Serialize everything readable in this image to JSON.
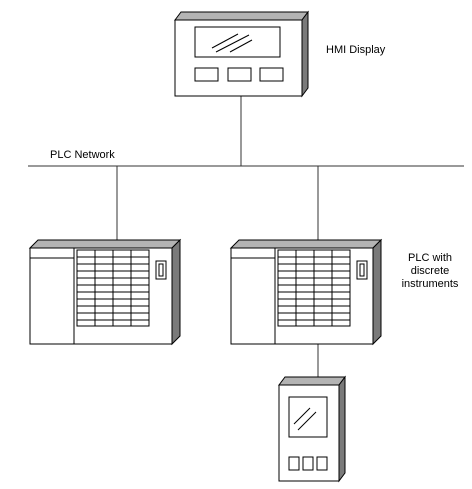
{
  "labels": {
    "hmi": "HMI Display",
    "network": "PLC Network",
    "plc_with_instruments_lines": [
      "PLC with",
      "discrete",
      "instruments"
    ]
  },
  "colors": {
    "stroke": "#000000",
    "face": "#ffffff",
    "top": "#b4b4b4",
    "side": "#7a7a7a",
    "line": "#333333"
  },
  "components": [
    {
      "type": "hmi-display",
      "label_key": "hmi"
    },
    {
      "type": "network-bus",
      "label_key": "network"
    },
    {
      "type": "plc-rack"
    },
    {
      "type": "plc-rack",
      "label_key": "plc_with_instruments_lines"
    },
    {
      "type": "handheld-instrument"
    }
  ]
}
